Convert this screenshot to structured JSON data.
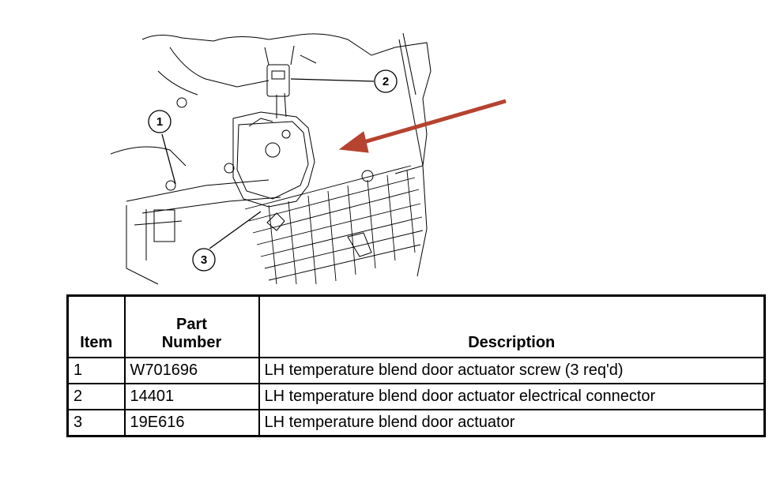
{
  "figure": {
    "callouts": [
      "1",
      "2",
      "3"
    ],
    "arrow_color": "#b5432f"
  },
  "table": {
    "headers": {
      "item": "Item",
      "part_number_line1": "Part",
      "part_number_line2": "Number",
      "description": "Description"
    },
    "rows": [
      {
        "item": "1",
        "part_number": "W701696",
        "description": "LH temperature blend door actuator screw (3 req'd)"
      },
      {
        "item": "2",
        "part_number": "14401",
        "description": "LH temperature blend door actuator electrical connector"
      },
      {
        "item": "3",
        "part_number": "19E616",
        "description": "LH temperature blend door actuator"
      }
    ]
  }
}
